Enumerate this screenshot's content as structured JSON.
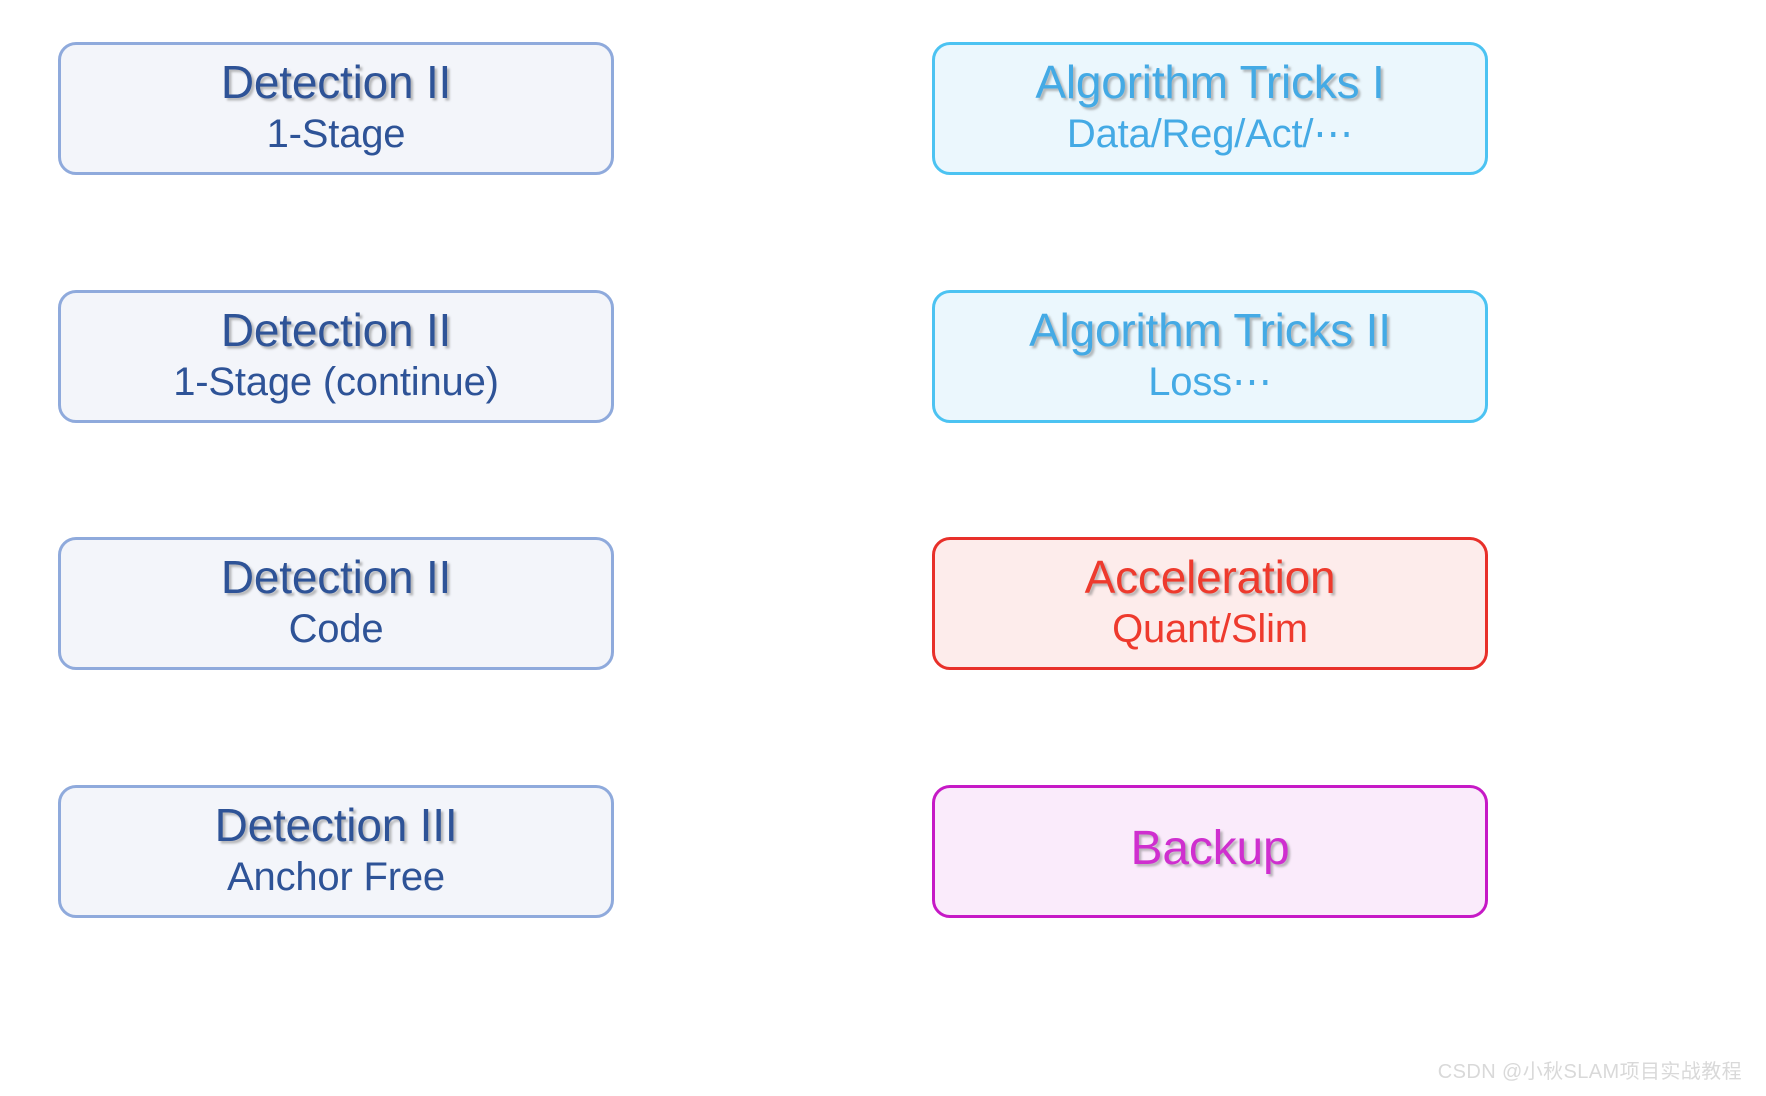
{
  "background_color": "#FFFFFF",
  "palette": {
    "navy_border": "#8FAADC",
    "navy_fill": "#F3F5FA",
    "navy_text": "#2E5397",
    "cyan_border": "#4CC3F2",
    "cyan_fill": "#EBF7FD",
    "cyan_text": "#44AAE5",
    "red_border": "#E8302A",
    "red_fill": "#FDECEB",
    "red_text": "#EE3A2D",
    "magenta_border": "#C619C6",
    "magenta_fill": "#FAEBFB",
    "magenta_text": "#CF2FCF",
    "watermark_text": "#D9D9D9"
  },
  "left_column": {
    "cards": [
      {
        "title": "Detection II",
        "subtitle": "1-Stage"
      },
      {
        "title": "Detection II",
        "subtitle": "1-Stage (continue)"
      },
      {
        "title": "Detection II",
        "subtitle": "Code"
      },
      {
        "title": "Detection III",
        "subtitle": "Anchor Free"
      }
    ]
  },
  "right_column": {
    "cards": [
      {
        "title": "Algorithm Tricks I",
        "subtitle": "Data/Reg/Act/⋯"
      },
      {
        "title": "Algorithm Tricks II",
        "subtitle": "Loss⋯"
      },
      {
        "title": "Acceleration",
        "subtitle": "Quant/Slim"
      },
      {
        "title": "Backup",
        "subtitle": ""
      }
    ]
  },
  "watermark": {
    "text": "CSDN @小秋SLAM项目实战教程"
  }
}
